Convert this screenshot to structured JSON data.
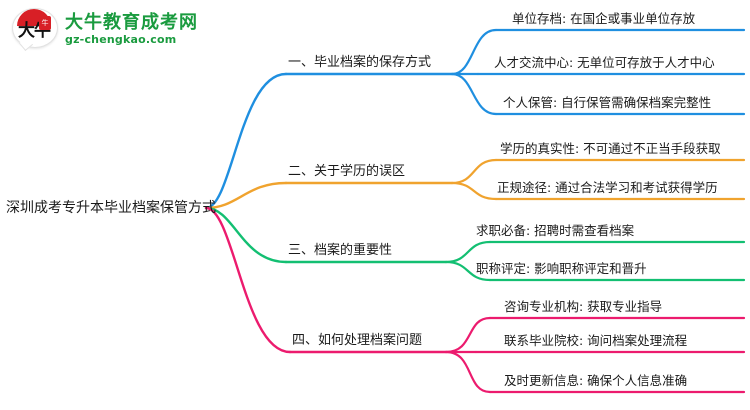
{
  "logo": {
    "mark_text": "大牛",
    "badge_text": "牛",
    "title": "大牛教育成考网",
    "subtitle": "gz-chengkao.com",
    "brand_green": "#1a9b3f",
    "brand_red": "#d81f26"
  },
  "mindmap": {
    "root": {
      "label": "深圳成考专升本毕业档案保管方式"
    },
    "branches": [
      {
        "label": "一、毕业档案的保存方式",
        "color": "#1f8fe0",
        "children": [
          {
            "label": "单位存档: 在国企或事业单位存放"
          },
          {
            "label": "人才交流中心: 无单位可存放于人才中心"
          },
          {
            "label": "个人保管: 自行保管需确保档案完整性"
          }
        ]
      },
      {
        "label": "二、关于学历的误区",
        "color": "#f0a32e",
        "children": [
          {
            "label": "学历的真实性: 不可通过不正当手段获取"
          },
          {
            "label": "正规途径: 通过合法学习和考试获得学历"
          }
        ]
      },
      {
        "label": "三、档案的重要性",
        "color": "#13bf72",
        "children": [
          {
            "label": "求职必备: 招聘时需查看档案"
          },
          {
            "label": "职称评定: 影响职称评定和晋升"
          }
        ]
      },
      {
        "label": "四、如何处理档案问题",
        "color": "#ec1b6e",
        "children": [
          {
            "label": "咨询专业机构: 获取专业指导"
          },
          {
            "label": "联系毕业院校: 询问档案处理流程"
          },
          {
            "label": "及时更新信息: 确保个人信息准确"
          }
        ]
      }
    ]
  }
}
